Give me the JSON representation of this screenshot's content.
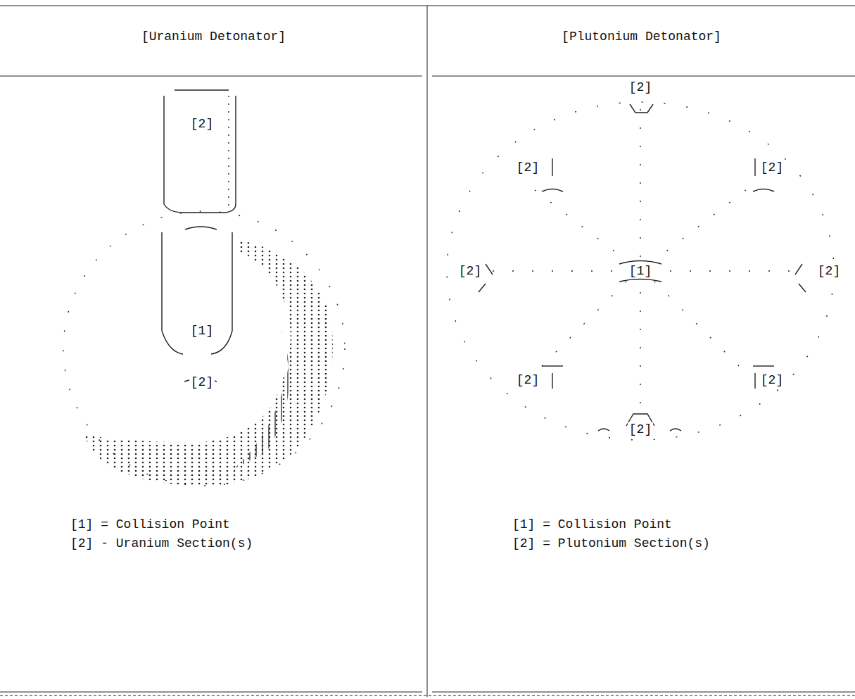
{
  "diagram": {
    "nodes": [
      {
        "text": [
          "[Uranium Detonator]"
        ]
      },
      {
        "text": [
          "[Plutonium Detonator]"
        ]
      }
    ],
    "labels": [
      "[2]",
      "[1]",
      "[2]",
      "[2]",
      "[2]",
      "[2]",
      "[2]",
      "[1]",
      "[2]",
      "[2]",
      "[2]",
      "[2]"
    ],
    "legend": [
      {
        "text": "[1] = Collision Point"
      },
      {
        "text": "[2] - Uranium Section(s)"
      },
      {
        "text": "[1] = Collision Point"
      },
      {
        "text": "[2] = Plutonium Section(s)"
      }
    ]
  }
}
